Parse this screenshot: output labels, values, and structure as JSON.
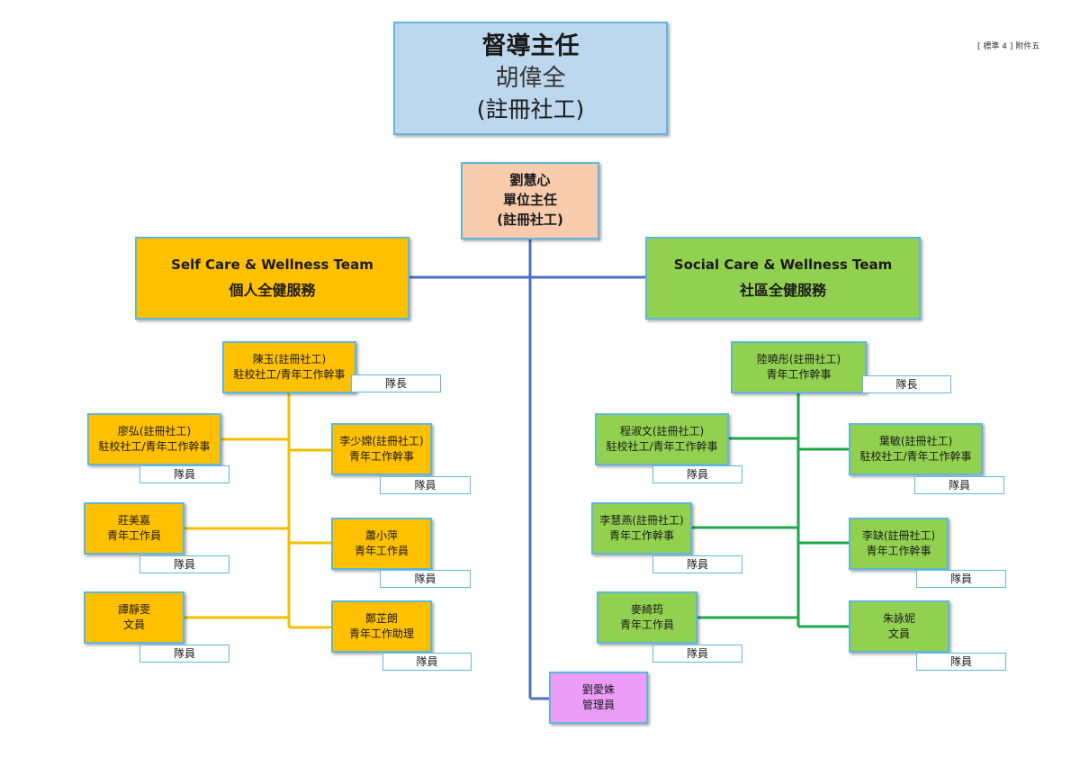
{
  "doc_note": "[ 標準 4 ] 附件五",
  "director": {
    "title": "督導主任",
    "name": "胡偉全",
    "qualification": "(註冊社工)"
  },
  "unit_head": {
    "name": "劉慧心",
    "role": "單位主任",
    "qualification": "(註冊社工)"
  },
  "teams": {
    "self": {
      "name_en": "Self Care & Wellness Team",
      "name_zh": "個人全健服務"
    },
    "social": {
      "name_en": "Social Care & Wellness Team",
      "name_zh": "社區全健服務"
    }
  },
  "self_team": {
    "leader": {
      "name": "陳玉(註冊社工)",
      "role": "駐校社工/青年工作幹事",
      "tag": "隊長"
    },
    "members": [
      {
        "name": "廖弘(註冊社工)",
        "role": "駐校社工/青年工作幹事",
        "tag": "隊員"
      },
      {
        "name": "李少嫦(註冊社工)",
        "role": "青年工作幹事",
        "tag": "隊員"
      },
      {
        "name": "莊美嘉",
        "role": "青年工作員",
        "tag": "隊員"
      },
      {
        "name": "蕭小萍",
        "role": "青年工作員",
        "tag": "隊員"
      },
      {
        "name": "譚靜雯",
        "role": "文員",
        "tag": "隊員"
      },
      {
        "name": "鄭芷朗",
        "role": "青年工作助理",
        "tag": "隊員"
      }
    ]
  },
  "social_team": {
    "leader": {
      "name": "陸曉彤(註冊社工)",
      "role": "青年工作幹事",
      "tag": "隊長"
    },
    "members": [
      {
        "name": "程淑文(註冊社工)",
        "role": "駐校社工/青年工作幹事",
        "tag": "隊員"
      },
      {
        "name": "葉敏(註冊社工)",
        "role": "駐校社工/青年工作幹事",
        "tag": "隊員"
      },
      {
        "name": "李慧燕(註冊社工)",
        "role": "青年工作幹事",
        "tag": "隊員"
      },
      {
        "name": "李缺(註冊社工)",
        "role": "青年工作幹事",
        "tag": "隊員"
      },
      {
        "name": "麥綺筠",
        "role": "青年工作員",
        "tag": "隊員"
      },
      {
        "name": "朱詠妮",
        "role": "文員",
        "tag": "隊員"
      }
    ]
  },
  "admin": {
    "name": "劉愛姝",
    "role": "管理員"
  },
  "colors": {
    "director": "#bdd7ee",
    "unit": "#f8cbad",
    "self_team": "#ffc000",
    "social_team": "#92d050",
    "admin": "#ea9cf6",
    "line_main": "#4a72c4",
    "line_self": "#f5bf00",
    "line_social": "#1fa64b",
    "border": "#5fb8dc"
  }
}
